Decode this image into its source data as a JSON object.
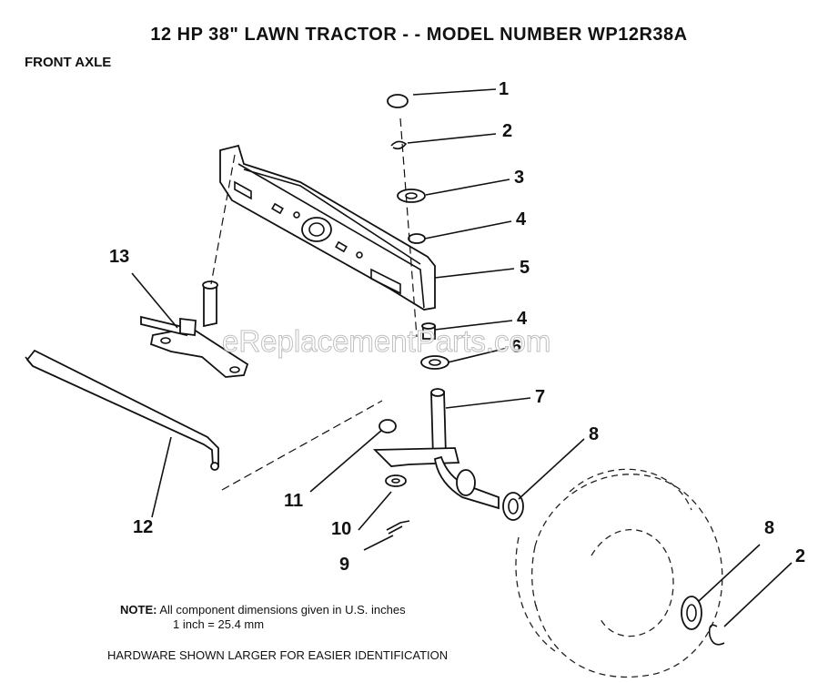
{
  "header": {
    "title": "12 HP 38\" LAWN TRACTOR - - MODEL NUMBER WP12R38A",
    "subtitle": "FRONT AXLE"
  },
  "watermark": "eReplacementParts.com",
  "callouts": [
    "1",
    "2",
    "3",
    "4",
    "5",
    "4",
    "6",
    "7",
    "8",
    "8",
    "2",
    "11",
    "10",
    "9",
    "12",
    "13"
  ],
  "note": {
    "label": "NOTE:",
    "line1": "All component dimensions given in U.S. inches",
    "line2": "1 inch = 25.4 mm"
  },
  "footer": "HARDWARE SHOWN LARGER FOR EASIER IDENTIFICATION"
}
